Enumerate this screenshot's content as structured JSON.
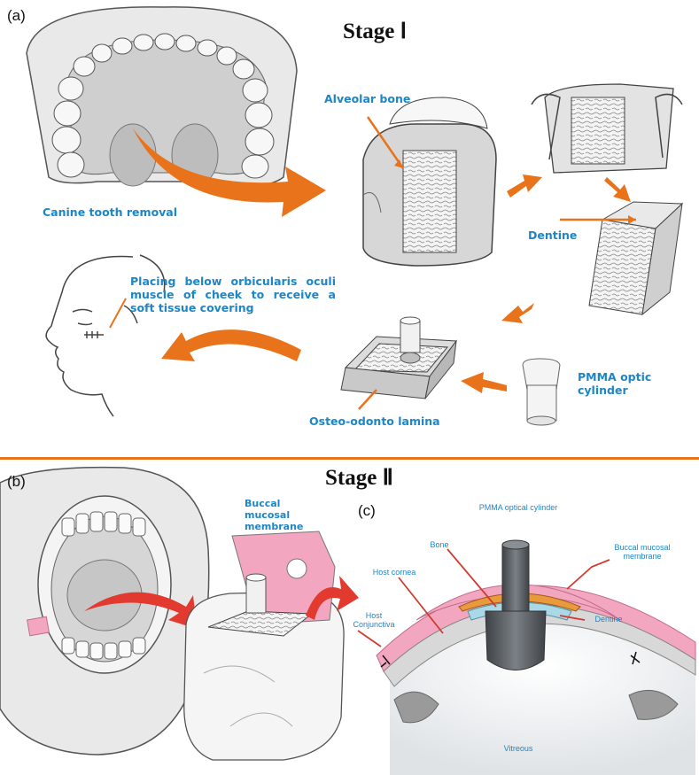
{
  "panel_a": {
    "letter": "(a)",
    "stage_title": "Stage Ⅰ",
    "labels": {
      "alveolar_bone": "Alveolar bone",
      "canine_removal": "Canine tooth removal",
      "dentine": "Dentine",
      "placing": "Placing below orbicularis oculi muscle of cheek to receive a soft tissue covering",
      "pmma_optic": "PMMA optic cylinder",
      "osteo_lamina": "Osteo-odonto lamina"
    }
  },
  "panel_b": {
    "letter": "(b)",
    "stage_title": "Stage Ⅱ",
    "labels": {
      "buccal_membrane": "Buccal mucosal membrane"
    }
  },
  "panel_c": {
    "letter": "(c)",
    "labels": {
      "pmma_cylinder": "PMMA optical cylinder",
      "bone": "Bone",
      "buccal_membrane": "Buccal mucosal membrane",
      "host_cornea": "Host cornea",
      "dentine": "Dentine",
      "host_conjunctiva": "Host Conjunctiva",
      "vitreous": "Vitreous"
    }
  },
  "colors": {
    "arrow_orange": "#e8731a",
    "arrow_red": "#e23a2f",
    "label_blue": "#1d86c7",
    "divider": "#e8731a",
    "mucosa_pink": "#f2a6c0",
    "bone_orange": "#e89a3c",
    "dentine_blue": "#a9d8e6",
    "cylinder_gray": "#555a5f"
  }
}
